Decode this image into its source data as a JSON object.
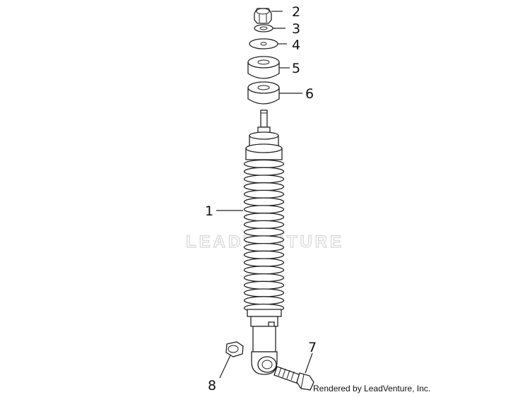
{
  "diagram": {
    "watermark": "LEADVENTURE",
    "credit": "Rendered by LeadVenture, Inc.",
    "callouts": [
      {
        "id": "1",
        "label": "1"
      },
      {
        "id": "2",
        "label": "2"
      },
      {
        "id": "3",
        "label": "3"
      },
      {
        "id": "4",
        "label": "4"
      },
      {
        "id": "5",
        "label": "5"
      },
      {
        "id": "6",
        "label": "6"
      },
      {
        "id": "7",
        "label": "7"
      },
      {
        "id": "8",
        "label": "8"
      }
    ]
  }
}
